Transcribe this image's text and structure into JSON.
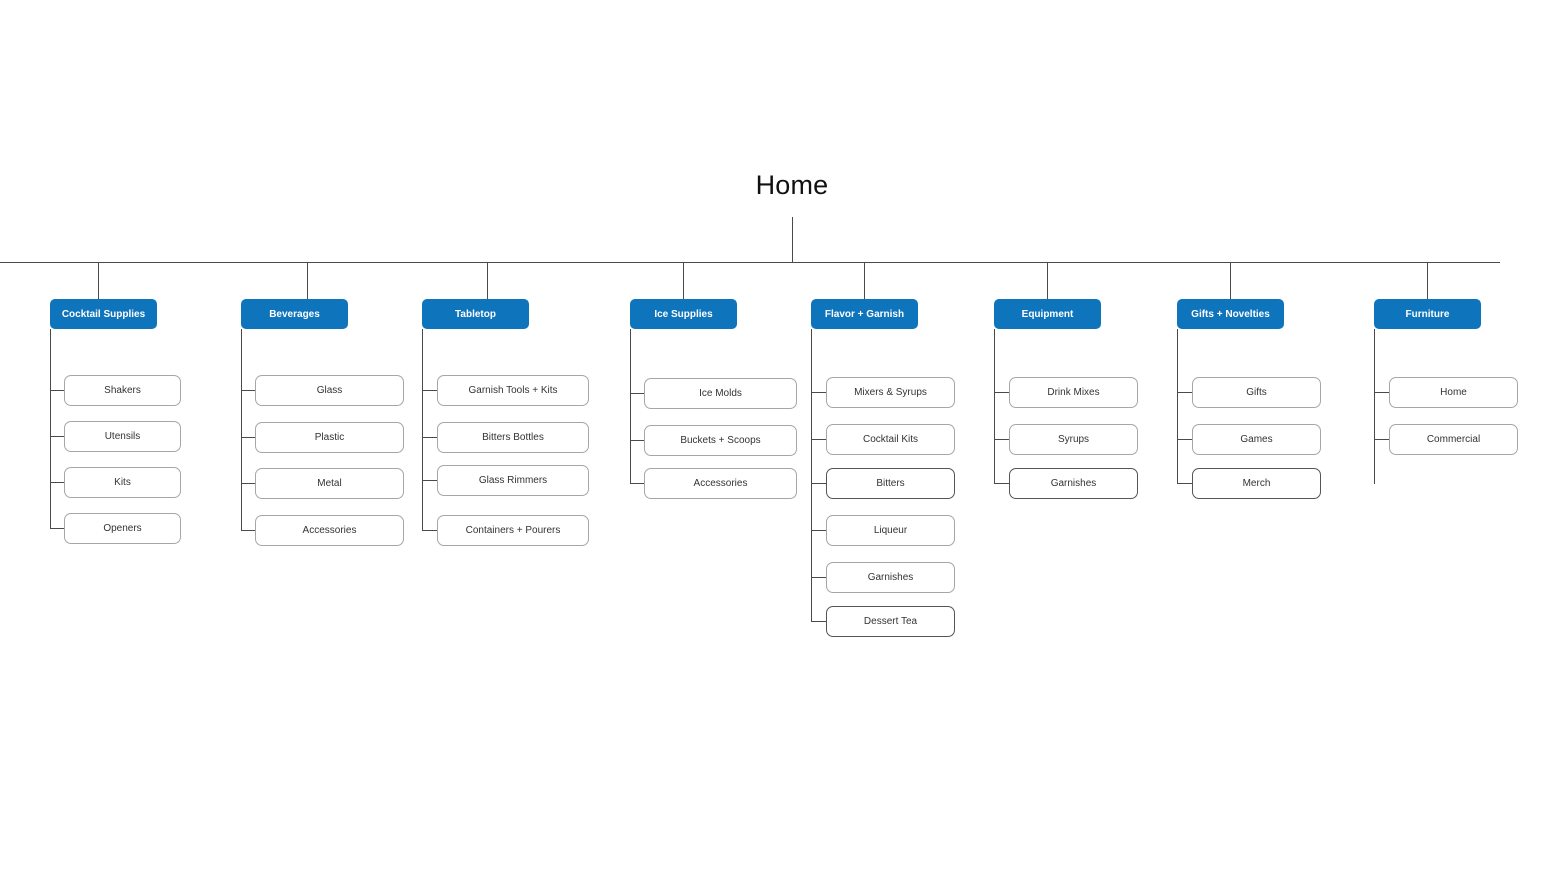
{
  "root": {
    "label": "Home"
  },
  "colors": {
    "category_fill": "#0e74bc",
    "category_text": "#ffffff",
    "connector": "#4a4a4a",
    "subitem_border": "#a6a6a6"
  },
  "categories": [
    {
      "label": "Cocktail Supplies",
      "items": [
        "Shakers",
        "Utensils",
        "Kits",
        "Openers"
      ]
    },
    {
      "label": "Beverages",
      "items": [
        "Glass",
        "Plastic",
        "Metal",
        "Accessories"
      ]
    },
    {
      "label": "Tabletop",
      "items": [
        "Garnish Tools + Kits",
        "Bitters Bottles",
        "Glass Rimmers",
        "Containers + Pourers"
      ]
    },
    {
      "label": "Ice Supplies",
      "items": [
        "Ice Molds",
        "Buckets + Scoops",
        "Accessories"
      ]
    },
    {
      "label": "Flavor + Garnish",
      "items": [
        "Mixers & Syrups",
        "Cocktail Kits",
        "Bitters",
        "Liqueur",
        "Garnishes",
        "Dessert Tea"
      ]
    },
    {
      "label": "Equipment",
      "items": [
        "Drink Mixes",
        "Syrups",
        "Garnishes"
      ]
    },
    {
      "label": "Gifts + Novelties",
      "items": [
        "Gifts",
        "Games",
        "Merch"
      ]
    },
    {
      "label": "Furniture",
      "items": [
        "Home",
        "Commercial"
      ]
    }
  ]
}
